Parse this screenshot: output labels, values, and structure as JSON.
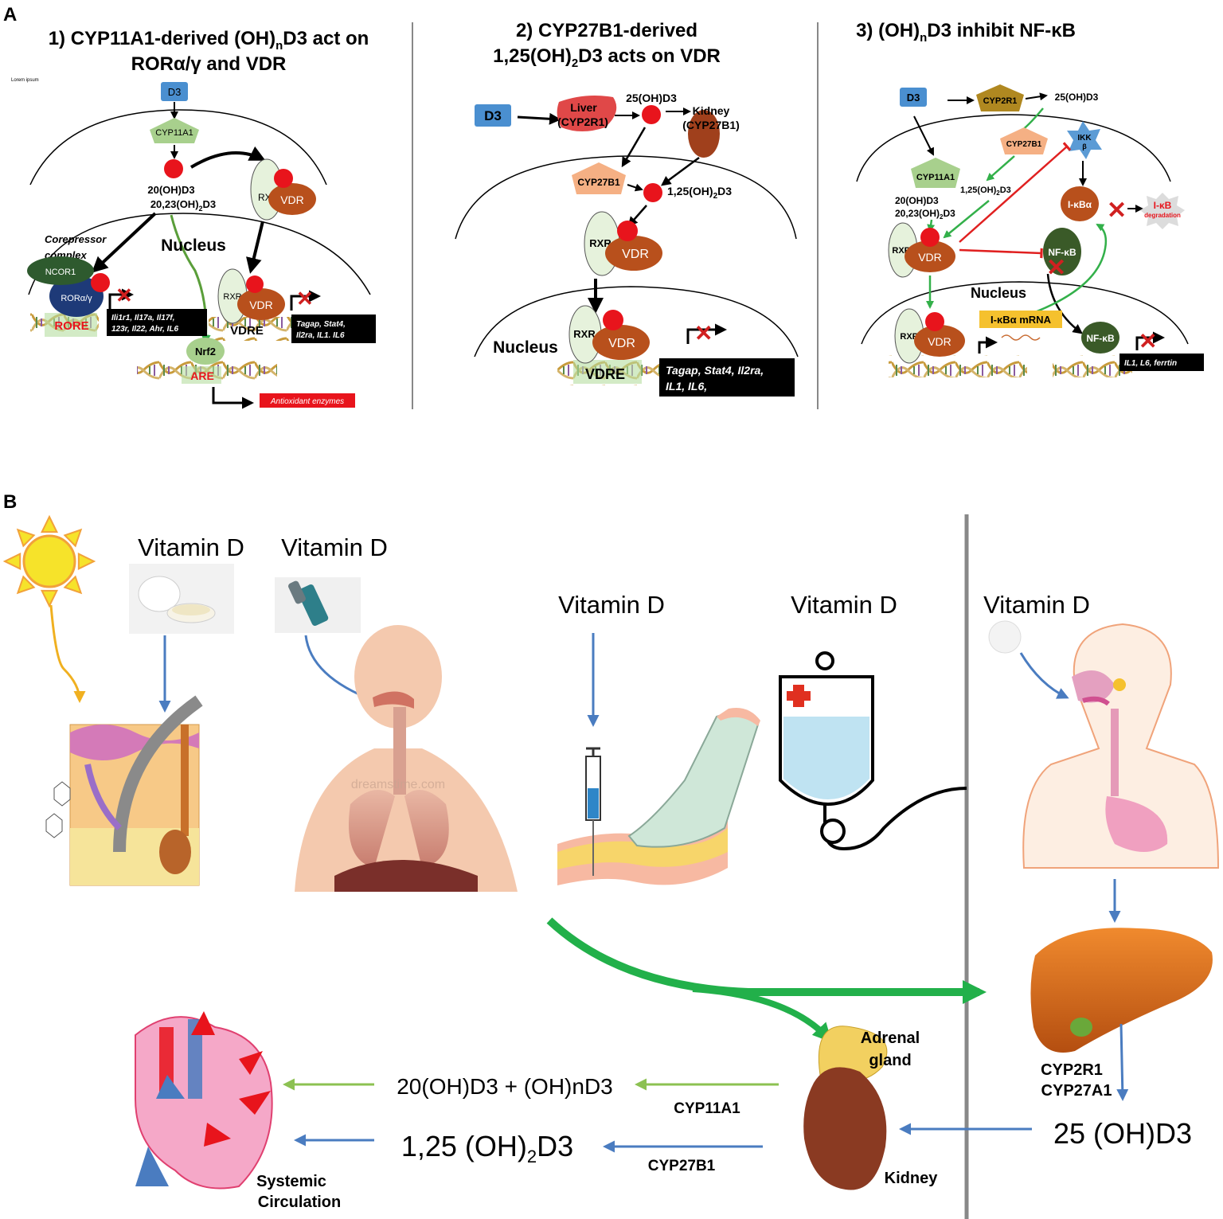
{
  "panel_a": {
    "label": "A",
    "p1": {
      "title_line1_a": "1) CYP11A1-derived (OH)",
      "title_line1_sub": "n",
      "title_line1_b": "D3 act on",
      "title_line2": "RORα/γ and VDR",
      "tiny_text": "Lorem ipsum",
      "d3": "D3",
      "cyp11a1": "CYP11A1",
      "met1": "20(OH)D3",
      "met2_a": "20,23(OH)",
      "met2_sub": "2",
      "met2_b": "D3",
      "corepressor1": "Corepressor",
      "corepressor2": "complex",
      "ncor1": "NCOR1",
      "ror": "RORα/γ",
      "nucleus": "Nucleus",
      "rxr": "RXR",
      "rxr_clipped": "RXI",
      "vdr": "VDR",
      "rore": "RORE",
      "vdre": "VDRE",
      "nrf2": "Nrf2",
      "are": "ARE",
      "genes1_l1": "Ili1r1, Il17a, Il17f,",
      "genes1_l2": "123r, Il22, Ahr, IL6",
      "genes2_l1": "Tagap, Stat4,",
      "genes2_l2": "Il2ra, IL1. IL6",
      "antioxidant": "Antioxidant enzymes"
    },
    "p2": {
      "title_line1": "2) CYP27B1-derived",
      "title_line2_a": "1,25(OH)",
      "title_line2_sub": "2",
      "title_line2_b": "D3 acts on VDR",
      "d3": "D3",
      "liver": "Liver",
      "liver_enzyme": "(CYP2R1)",
      "oh25": "25(OH)D3",
      "kidney": "Kidney",
      "kidney_enzyme": "(CYP27B1)",
      "cyp27b1": "CYP27B1",
      "calcitriol_a": "1,25(OH)",
      "calcitriol_sub": "2",
      "calcitriol_b": "D3",
      "rxr": "RXR",
      "vdr": "VDR",
      "nucleus": "Nucleus",
      "vdre": "VDRE",
      "genes_l1": "Tagap, Stat4, Il2ra,",
      "genes_l2": "IL1, IL6,"
    },
    "p3": {
      "title_a": "3) (OH)",
      "title_sub": "n",
      "title_b": "D3 inhibit NF-κB",
      "d3": "D3",
      "cyp2r1": "CYP2R1",
      "oh25": "25(OH)D3",
      "cyp27b1": "CYP27B1",
      "ikk1": "IKK",
      "ikk2": "β",
      "cyp11a1": "CYP11A1",
      "calcitriol_a": "1,25(OH)",
      "calcitriol_sub": "2",
      "calcitriol_b": "D3",
      "met1": "20(OH)D3",
      "met2_a": "20,23(OH)",
      "met2_sub": "2",
      "met2_b": "D3",
      "ikba": "I-κBα",
      "ikb_deg1": "I-κB",
      "ikb_deg2": "degradation",
      "nfkb": "NF-κB",
      "rxr": "RXR",
      "vdr": "VDR",
      "nucleus": "Nucleus",
      "mrna": "I-κBα mRNA",
      "genes": "IL1, L6, ferrtin"
    }
  },
  "panel_b": {
    "label": "B",
    "vitd_skin": "Vitamin D",
    "vitd_inhaler": "Vitamin D",
    "vitd_injection": "Vitamin D",
    "vitd_iv": "Vitamin D",
    "vitd_oral": "Vitamin D",
    "watermark": "dreamstime.com",
    "adrenal1": "Adrenal",
    "adrenal2": "gland",
    "kidney": "Kidney",
    "liver_enzyme1": "CYP2R1",
    "liver_enzyme2": "CYP27A1",
    "oh25d3": "25 (OH)D3",
    "oh20": "20(OH)D3 + (OH)nD3",
    "cyp11a1": "CYP11A1",
    "calcitriol_a": "1,25 (OH)",
    "calcitriol_sub": "2",
    "calcitriol_b": "D3",
    "cyp27b1": "CYP27B1",
    "systemic1": "Systemic",
    "systemic2": "Circulation"
  },
  "colors": {
    "red_dot": "#e8141c",
    "d3_box": "#4a8fd0",
    "vdr": "#b8501c",
    "rxr": "#e6f2dc",
    "cyp_green": "#a8d08d",
    "cyp_orange": "#f5b084",
    "cyp2r1_brown": "#b08820",
    "nfkb": "#3a5a28",
    "ncor": "#2e5a2e",
    "ror": "#1e3a78",
    "green_arrow": "#33b04a",
    "blue_arrow": "#4a7cc0",
    "lime_arrow": "#8cc152",
    "sun": "#f6e32a",
    "liver": "#e0731e"
  }
}
